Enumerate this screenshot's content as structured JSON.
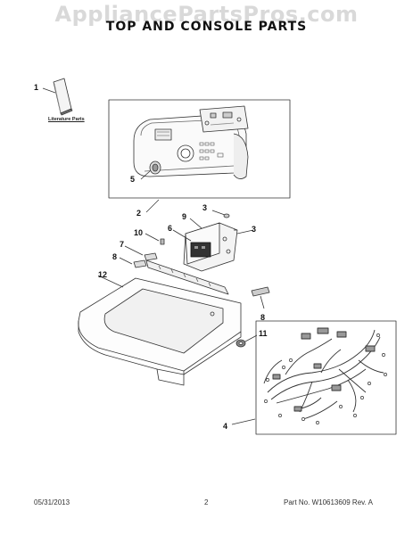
{
  "watermark": "AppliancePartsPros.com",
  "page_title": "TOP AND CONSOLE PARTS",
  "literature_label": "Literature Parts",
  "callouts": {
    "c1": "1",
    "c5": "5",
    "c2": "2",
    "c3a": "3",
    "c9": "9",
    "c3b": "3",
    "c10": "10",
    "c6": "6",
    "c7": "7",
    "c8a": "8",
    "c12": "12",
    "c8b": "8",
    "c11": "11",
    "c4": "4"
  },
  "footer": {
    "date": "05/31/2013",
    "page_number": "2",
    "part_info": "Part No. W10613609  Rev. A"
  }
}
